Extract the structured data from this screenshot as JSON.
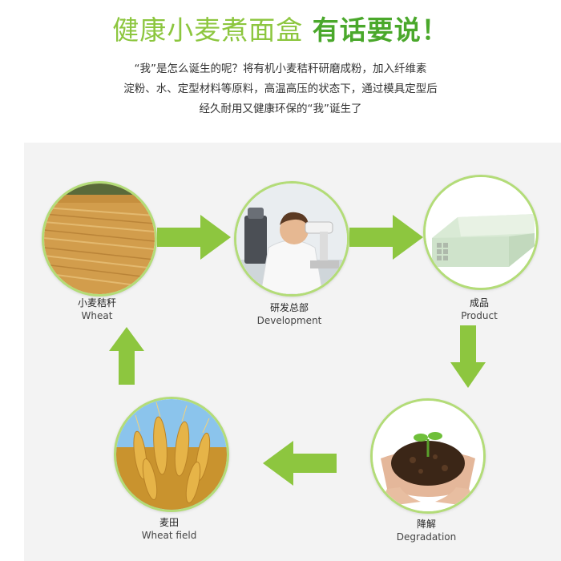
{
  "header": {
    "title_main": "健康小麦煮面盒",
    "title_emphasis": "有话要说！",
    "intro_lines": [
      "“我”是怎么诞生的呢？将有机小麦秸秆研磨成粉，加入纤维素",
      "淀粉、水、定型材料等原料，高温高压的状态下，通过模具定型后",
      "经久耐用又健康环保的“我”诞生了"
    ]
  },
  "cycle": {
    "accent_color": "#8dc63f",
    "steps": [
      {
        "zh": "小麦秸秆",
        "en": "Wheat"
      },
      {
        "zh": "研发总部",
        "en": "Development"
      },
      {
        "zh": "成品",
        "en": "Product"
      },
      {
        "zh": "降解",
        "en": "Degradation"
      },
      {
        "zh": "麦田",
        "en": "Wheat field"
      }
    ]
  }
}
